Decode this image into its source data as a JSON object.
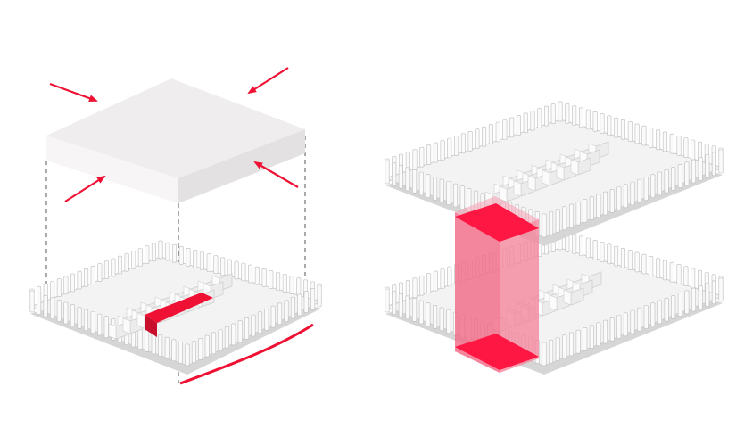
{
  "diagram": {
    "panels": [
      {
        "id": "left",
        "components": [
          "massing-block",
          "floor-plate",
          "force-arrows",
          "edge-curve",
          "core-highlight"
        ]
      },
      {
        "id": "right",
        "components": [
          "upper-floor-plate",
          "lower-floor-plate",
          "vertical-core",
          "core-top-slab",
          "core-bottom-slab"
        ]
      }
    ],
    "colors": {
      "accent": "#ee1133",
      "core_fill": "#f4708a",
      "core_slab": "#ff1744",
      "block_top": "#efeded",
      "block_left": "#f6f4f4",
      "block_right": "#e4e2e2",
      "plate_top": "#f3f3f3",
      "plate_shadow": "#d6d6d6",
      "fin": "#fafafa",
      "fin_edge": "#bdbdbd",
      "room_wall": "#cfcfcf",
      "guide_line": "#555555"
    },
    "icons": [
      "arrow-icon"
    ]
  }
}
